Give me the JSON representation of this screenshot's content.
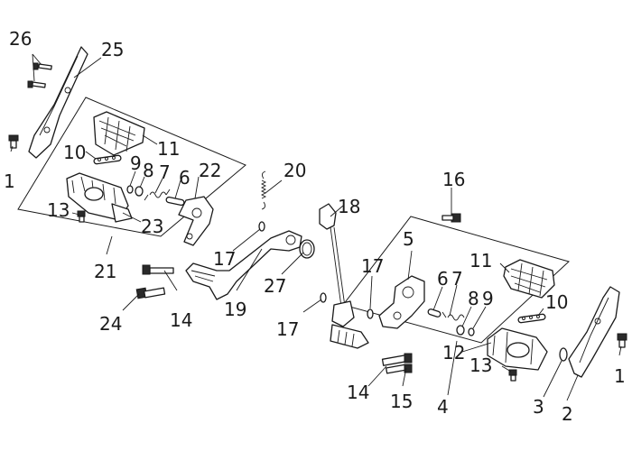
{
  "callouts": {
    "c26": "26",
    "c25": "25",
    "c1_left": "1",
    "c10_left": "10",
    "c11_left": "11",
    "c9_left": "9",
    "c8_left": "8",
    "c7_left": "7",
    "c6_left": "6",
    "c22": "22",
    "c13_left": "13",
    "c23": "23",
    "c21": "21",
    "c20": "20",
    "c17_top": "17",
    "c19": "19",
    "c27": "27",
    "c18": "18",
    "c24": "24",
    "c14_left": "14",
    "c17_bottom": "17",
    "c16": "16",
    "c5": "5",
    "c17_right": "17",
    "c6_right": "6",
    "c7_right": "7",
    "c11_right": "11",
    "c8_right": "8",
    "c9_right": "9",
    "c10_right": "10",
    "c12": "12",
    "c13_right": "13",
    "c14_right": "14",
    "c15": "15",
    "c4": "4",
    "c3": "3",
    "c2": "2",
    "c1_right": "1"
  }
}
